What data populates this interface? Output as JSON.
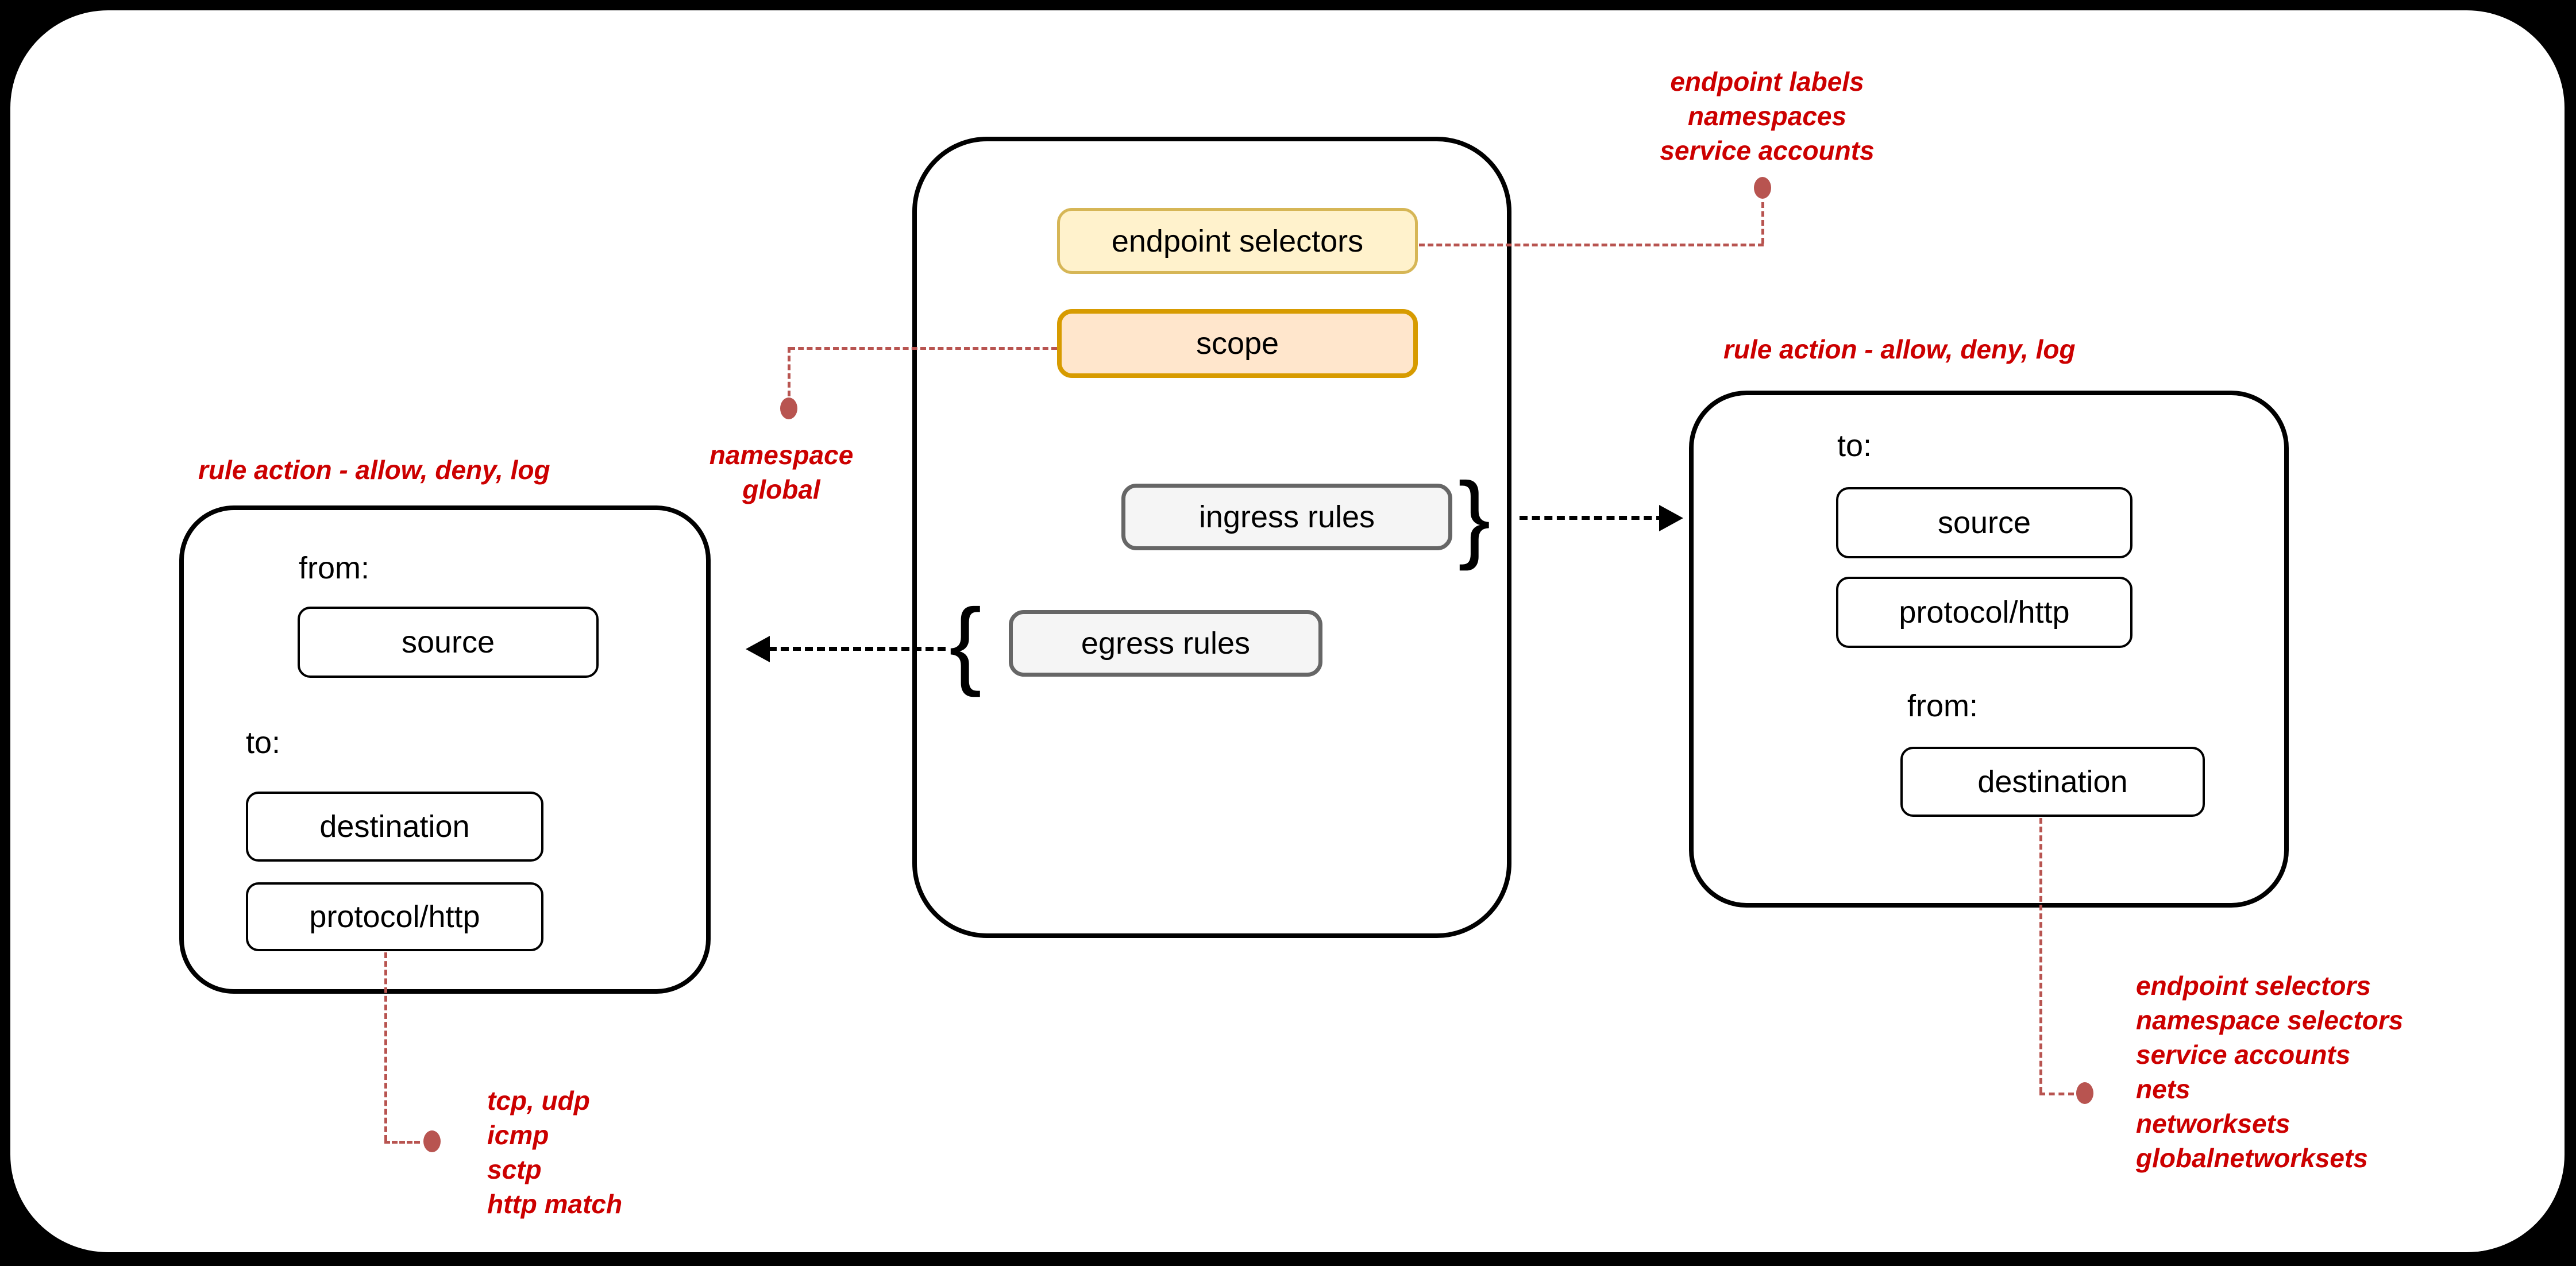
{
  "center_policy": {
    "endpoint_selectors_label": "endpoint selectors",
    "scope_label": "scope",
    "ingress_rules_label": "ingress rules",
    "egress_rules_label": "egress rules",
    "ingress_brace": "}",
    "egress_brace": "{"
  },
  "left_rule_box": {
    "title": "rule action - allow, deny, log",
    "from_label": "from:",
    "source_label": "source",
    "to_label": "to:",
    "destination_label": "destination",
    "protocol_label": "protocol/http"
  },
  "right_rule_box": {
    "title": "rule action - allow, deny, log",
    "to_label": "to:",
    "source_label": "source",
    "protocol_label": "protocol/http",
    "from_label": "from:",
    "destination_label": "destination"
  },
  "notes": {
    "endpoint_selectors_note": [
      "endpoint labels",
      "namespaces",
      "service accounts"
    ],
    "scope_note": [
      "namespace",
      "global"
    ],
    "protocol_left_note": [
      "tcp, udp",
      "icmp",
      "sctp",
      "http match"
    ],
    "destination_right_note": [
      "endpoint selectors",
      "namespace selectors",
      "service accounts",
      "nets",
      "networksets",
      "globalnetworksets"
    ]
  },
  "colors": {
    "background": "#000000",
    "surface": "#ffffff",
    "annotation_red": "#cc0000",
    "connector_red": "#b85450",
    "endpoint_selectors_fill": "#fff2cc",
    "endpoint_selectors_stroke": "#d6b656",
    "scope_fill": "#ffe6cc",
    "scope_stroke": "#d79b00",
    "rules_fill": "#f5f5f5",
    "rules_stroke": "#666666",
    "box_stroke": "#000000"
  }
}
